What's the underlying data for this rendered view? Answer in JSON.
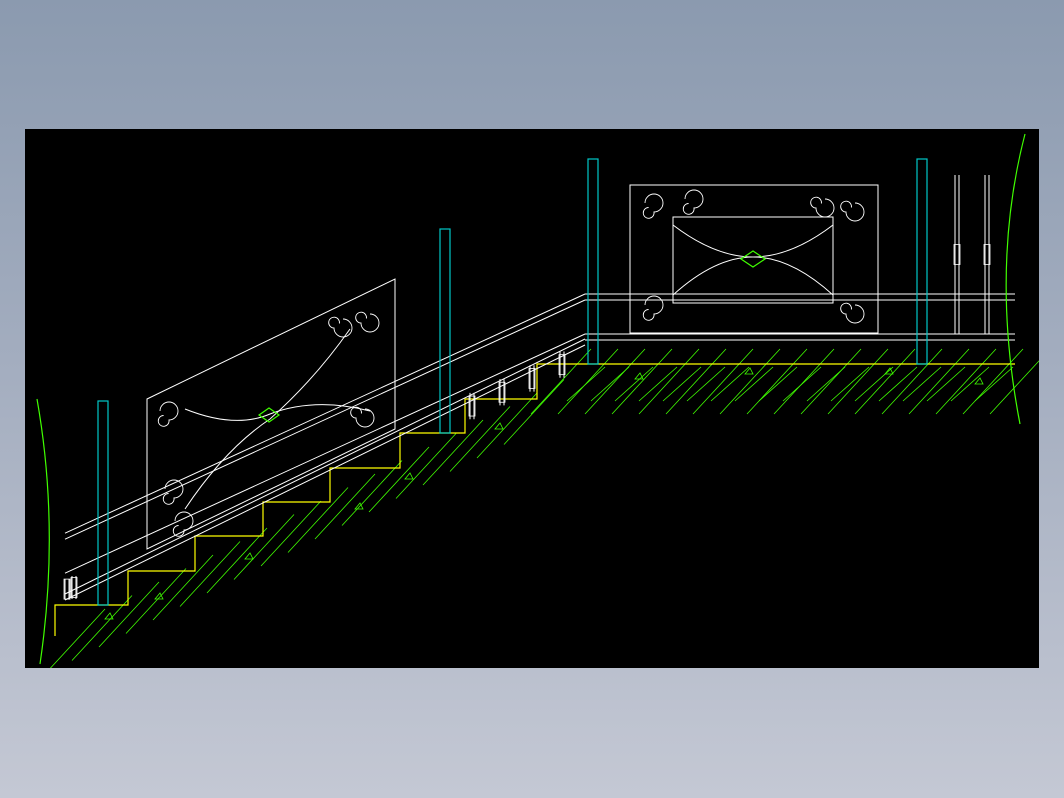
{
  "window": {
    "background": "#8b9aaf"
  },
  "drawing": {
    "title": "",
    "background": "#000000",
    "colors": {
      "railing": "#ffffff",
      "post": "#00c8c8",
      "step_outline": "#ffff00",
      "hatch": "#40ff00",
      "break_line": "#40ff00",
      "ornament_center": "#40ff00"
    },
    "stair": {
      "step_count": 7,
      "post_count": 4,
      "ornamental_panels": 2,
      "baluster_bays": 3
    }
  }
}
